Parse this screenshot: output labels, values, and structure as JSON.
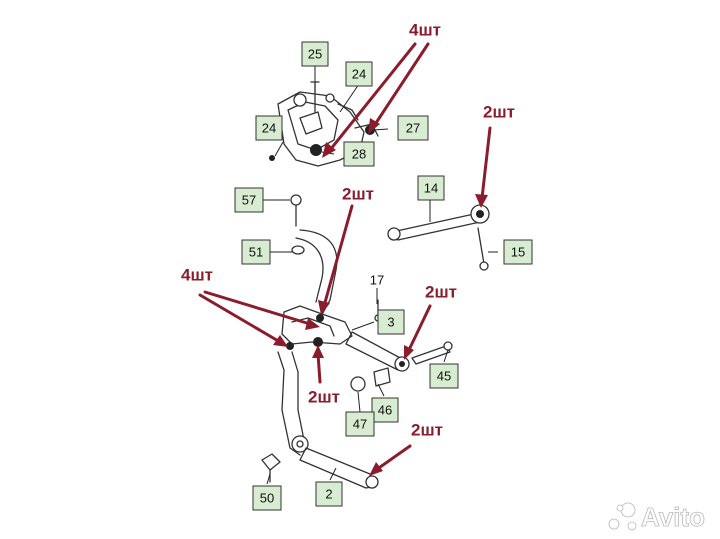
{
  "part_labels": [
    "25",
    "24",
    "24",
    "27",
    "28",
    "57",
    "14",
    "51",
    "15",
    "17",
    "3",
    "45",
    "46",
    "47",
    "50",
    "2"
  ],
  "quantity_labels": [
    "4шт",
    "2шт",
    "2шт",
    "4шт",
    "2шт",
    "2шт",
    "2шт"
  ],
  "watermark": "Avito"
}
